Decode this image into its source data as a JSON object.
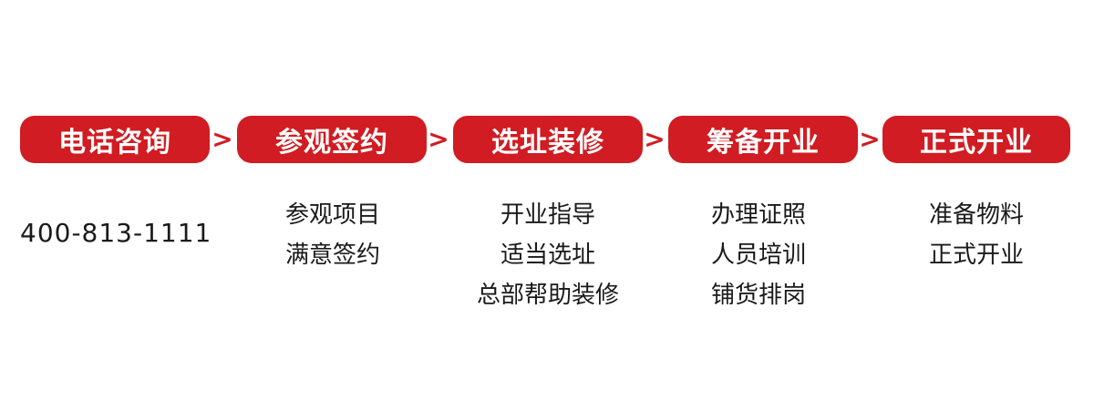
{
  "colors": {
    "accent": "#d01c22",
    "text": "#1a1a1a",
    "background": "#ffffff"
  },
  "arrow_symbol": ">",
  "steps": [
    {
      "label": "电话咨询"
    },
    {
      "label": "参观签约"
    },
    {
      "label": "选址装修"
    },
    {
      "label": "筹备开业"
    },
    {
      "label": "正式开业"
    }
  ],
  "details": {
    "phone": "400-813-1111",
    "visit": [
      "参观项目",
      "满意签约"
    ],
    "site": [
      "开业指导",
      "适当选址",
      "总部帮助装修"
    ],
    "prepare": [
      "办理证照",
      "人员培训",
      "铺货排岗"
    ],
    "open": [
      "准备物料",
      "正式开业"
    ]
  }
}
